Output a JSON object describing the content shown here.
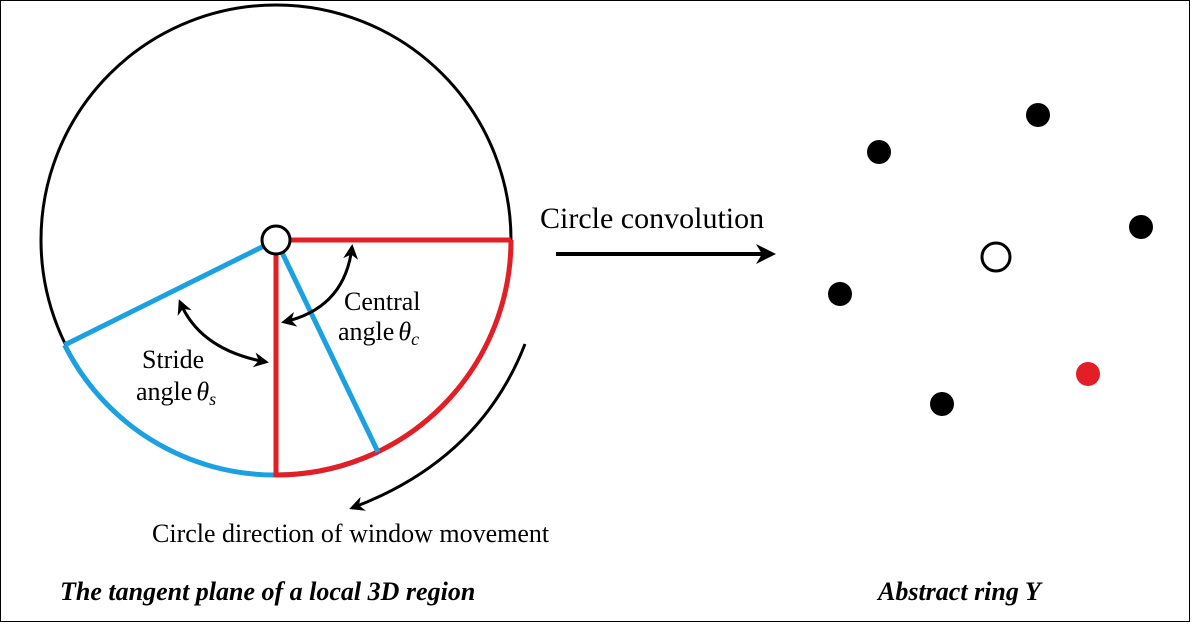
{
  "labels": {
    "stride_word": "Stride",
    "stride_angle_word": "angle",
    "stride_symbol": "θ",
    "stride_sub": "s",
    "central_word": "Central",
    "central_angle_word": "angle",
    "central_symbol": "θ",
    "central_sub": "c",
    "operation": "Circle convolution",
    "direction": "Circle direction of window movement"
  },
  "captions": {
    "left": "The tangent plane of a local 3D region",
    "right": "Abstract ring Y"
  },
  "colors": {
    "stroke": "#000000",
    "window": "#e31e24",
    "stride": "#1ba1e2",
    "highlight_point": "#e31e24",
    "background": "#ffffff"
  }
}
